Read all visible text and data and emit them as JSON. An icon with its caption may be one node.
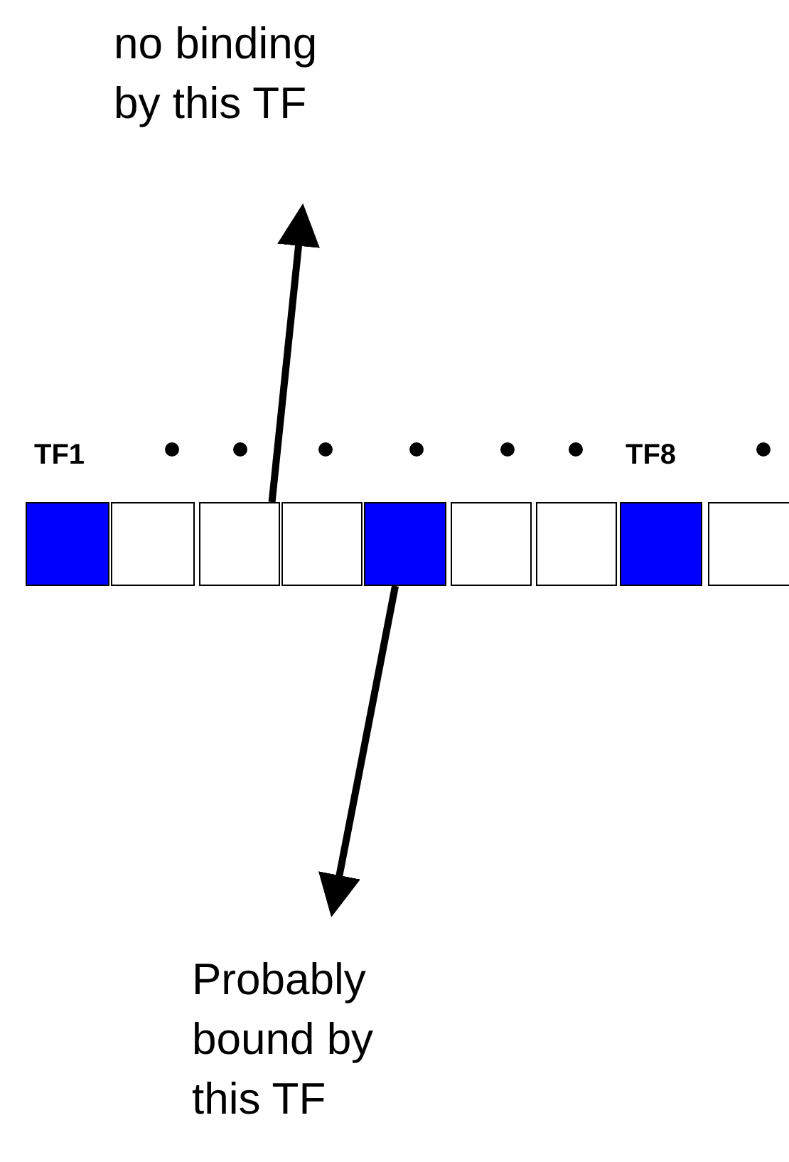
{
  "diagram": {
    "nodes": [
      {
        "text": [
          "no binding by this TF"
        ]
      },
      {
        "text": [],
        "shape": "box"
      },
      {
        "text": [],
        "shape": "box"
      },
      {
        "text": [],
        "shape": "box"
      },
      {
        "text": [],
        "shape": "box"
      },
      {
        "text": [],
        "shape": "box"
      },
      {
        "text": [],
        "shape": "box"
      },
      {
        "text": [],
        "shape": "box"
      },
      {
        "text": [],
        "shape": "box"
      },
      {
        "text": [],
        "shape": "box"
      },
      {
        "text": [
          "Probably bound by this TF"
        ]
      }
    ],
    "edges": [
      {
        "from": 3,
        "to": 0,
        "arrow": "to"
      },
      {
        "from": 5,
        "to": 10,
        "arrow": "to"
      }
    ],
    "labels": [
      "TF1",
      "TF8"
    ]
  }
}
